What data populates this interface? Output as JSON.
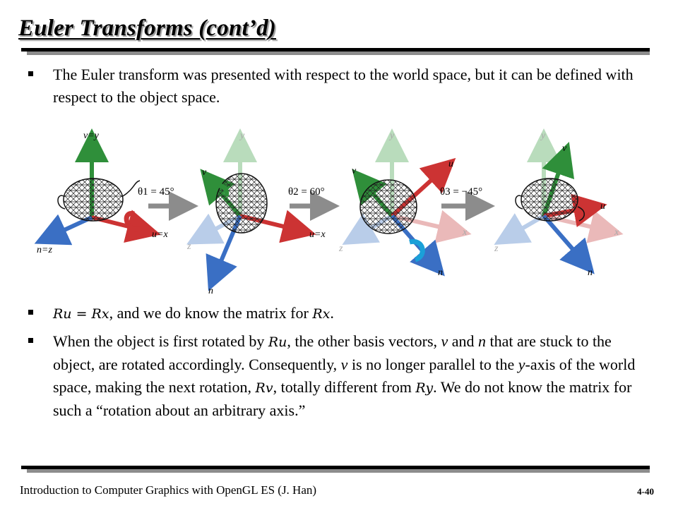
{
  "title": "Euler Transforms (cont’d)",
  "bullet1": "The Euler transform was presented with respect to the world space, but it can be defined with respect to the object space.",
  "figure": {
    "labels": {
      "vy": "v=y",
      "uxa": "u=x",
      "nz": "n=z",
      "y": "y",
      "z": "z",
      "x": "x",
      "u": "u",
      "v": "v",
      "n": "n",
      "uxb": "u=x"
    },
    "theta1": "θ1 = 45°",
    "theta2": "θ2 = 60°",
    "theta3": "θ3 = −45°"
  },
  "bullet2": {
    "eq": "Ru = Rx",
    "text": ", and we do know the matrix for ",
    "rx": "Rx",
    "end": "."
  },
  "bullet3": {
    "p1": "When the object is first rotated by ",
    "ru": "Ru",
    "p2": ", the other basis vectors, ",
    "v": "v",
    "p3": " and ",
    "n": "n",
    "p4": " that are stuck to the object, are rotated accordingly. Consequently, ",
    "v2": "v",
    "p5": " is no longer parallel to the ",
    "y": "y",
    "p6": "-axis of the world space, making the next rotation, ",
    "rv": "Rv",
    "p7": ", totally different from ",
    "ry": "Ry",
    "p8": ". We do not know the matrix for such a “rotation about an arbitrary axis.”"
  },
  "footer": "Introduction to Computer Graphics with OpenGL ES (J. Han)",
  "page_number": "4-40",
  "colors": {
    "red": "#cc3333",
    "green": "#2f8f3a",
    "blue": "#3a6fc4",
    "cyan": "#1aa0d8",
    "gray": "#8c8c8c"
  }
}
